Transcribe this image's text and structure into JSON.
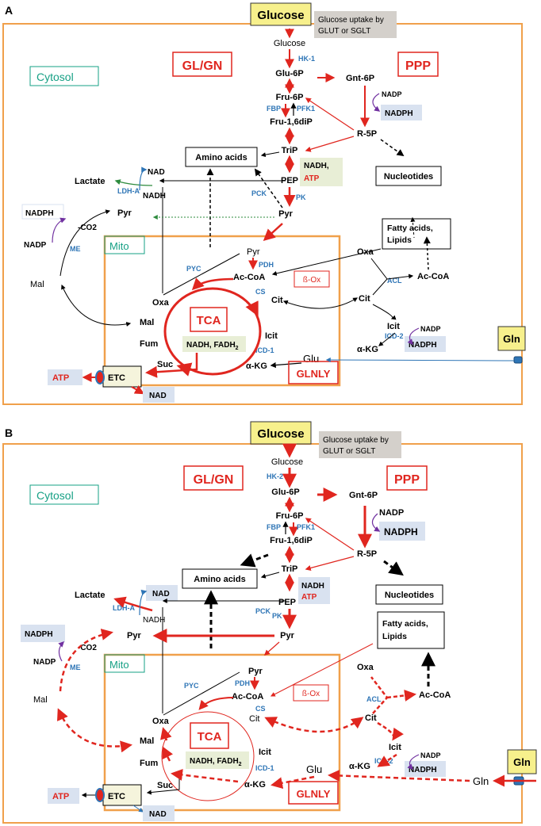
{
  "colors": {
    "red": "#e0261f",
    "blue": "#2e75b6",
    "teal": "#16a085",
    "orange": "#f0a04b",
    "yellow": "#f7f08c",
    "grey": "#d4d0cb",
    "lightblue": "#d9e2f0",
    "lightgreen": "#e8eed6",
    "purple": "#7030a0",
    "green": "#2e8b3e"
  },
  "icons": [
    "transporter-icon",
    "etc-complex-icon"
  ],
  "panelA": {
    "letter": "A",
    "glucose_title": "Glucose",
    "uptake_note_l1": "Glucose uptake by",
    "uptake_note_l2": "GLUT or SGLT",
    "cytosol": "Cytosol",
    "glgn": "GL/GN",
    "ppp": "PPP",
    "mito": "Mito",
    "tca": "TCA",
    "glnly": "GLNLY",
    "box_ox": "ß-Ox",
    "amino_acids": "Amino acids",
    "nucleotides": "Nucleotides",
    "fatty_l1": "Fatty acids,",
    "fatty_l2": "Lipids",
    "nadh_atp_l1": "NADH,",
    "nadh_atp_l2": "ATP",
    "nadh_fadh": "NADH, FADH",
    "nadh_fadh_sub": "2",
    "etc": "ETC",
    "atp": "ATP",
    "nad_bottom": "NAD",
    "gln": "Gln",
    "met": {
      "glucose": "Glucose",
      "hk": "HK-1",
      "glu6p": "Glu-6P",
      "fru6p": "Fru-6P",
      "fbp": "FBP",
      "pfk1": "PFK1",
      "fru16": "Fru-1,6diP",
      "trip": "TriP",
      "pep": "PEP",
      "pk": "PK",
      "pyr": "Pyr",
      "pck": "PCK",
      "gnt6p": "Gnt-6P",
      "nadp": "NADP",
      "nadph": "NADPH",
      "r5p": "R-5P",
      "lactate": "Lactate",
      "nad": "NAD",
      "ldha": "LDH-A",
      "nadh": "NADH",
      "pyr_left": "Pyr",
      "nadph_left": "NADPH",
      "nadp_left": "NADP",
      "co2": "-CO2",
      "me": "ME",
      "mal_left": "Mal",
      "pyr_mito": "Pyr",
      "pdh": "PDH",
      "accoa": "Ac-CoA",
      "cs": "CS",
      "cit": "Cit",
      "oxa": "Oxa",
      "mal": "Mal",
      "fum": "Fum",
      "suc": "Suc",
      "icit": "Icit",
      "icd1": "ICD-1",
      "akg": "α-KG",
      "glu": "Glu",
      "pyc": "PYC",
      "oxa_r": "Oxa",
      "acl": "ACL",
      "accoa_r": "Ac-CoA",
      "cit_r": "Cit",
      "icit_r": "Icit",
      "icd2": "ICD-2",
      "akg_r": "α-KG",
      "nadp_r": "NADP",
      "nadph_r": "NADPH"
    }
  },
  "panelB": {
    "letter": "B",
    "glucose_title": "Glucose",
    "uptake_note_l1": "Glucose uptake by",
    "uptake_note_l2": "GLUT or SGLT",
    "cytosol": "Cytosol",
    "glgn": "GL/GN",
    "ppp": "PPP",
    "mito": "Mito",
    "tca": "TCA",
    "glnly": "GLNLY",
    "box_ox": "ß-Ox",
    "amino_acids": "Amino acids",
    "nucleotides": "Nucleotides",
    "fatty_l1": "Fatty acids,",
    "fatty_l2": "Lipids",
    "nadh_atp_l1": "NADH",
    "nadh_atp_l2": "ATP",
    "nadh_fadh": "NADH, FADH",
    "nadh_fadh_sub": "2",
    "etc": "ETC",
    "atp": "ATP",
    "nad_bottom": "NAD",
    "gln": "Gln",
    "gln_out": "Gln",
    "met": {
      "glucose": "Glucose",
      "hk": "HK-2",
      "glu6p": "Glu-6P",
      "fru6p": "Fru-6P",
      "fbp": "FBP",
      "pfk1": "PFK1",
      "fru16": "Fru-1,6diP",
      "trip": "TriP",
      "pep": "PEP",
      "pk": "PK",
      "pyr": "Pyr",
      "pck": "PCK",
      "gnt6p": "Gnt-6P",
      "nadp": "NADP",
      "nadph": "NADPH",
      "r5p": "R-5P",
      "lactate": "Lactate",
      "nad": "NAD",
      "ldha": "LDH-A",
      "nadh": "NADH",
      "pyr_left": "Pyr",
      "nadph_left": "NADPH",
      "nadp_left": "NADP",
      "co2": "-CO2",
      "me": "ME",
      "mal_left": "Mal",
      "pyr_mito": "Pyr",
      "pdh": "PDH",
      "accoa": "Ac-CoA",
      "cs": "CS",
      "cit": "Cit",
      "oxa": "Oxa",
      "mal": "Mal",
      "fum": "Fum",
      "suc": "Suc",
      "icit": "Icit",
      "icd1": "ICD-1",
      "akg": "α-KG",
      "glu": "Glu",
      "pyc": "PYC",
      "oxa_r": "Oxa",
      "acl": "ACL",
      "accoa_r": "Ac-CoA",
      "cit_r": "Cit",
      "icit_r": "Icit",
      "icd2": "ICD-2",
      "akg_r": "α-KG",
      "nadp_r": "NADP",
      "nadph_r": "NADPH"
    }
  }
}
